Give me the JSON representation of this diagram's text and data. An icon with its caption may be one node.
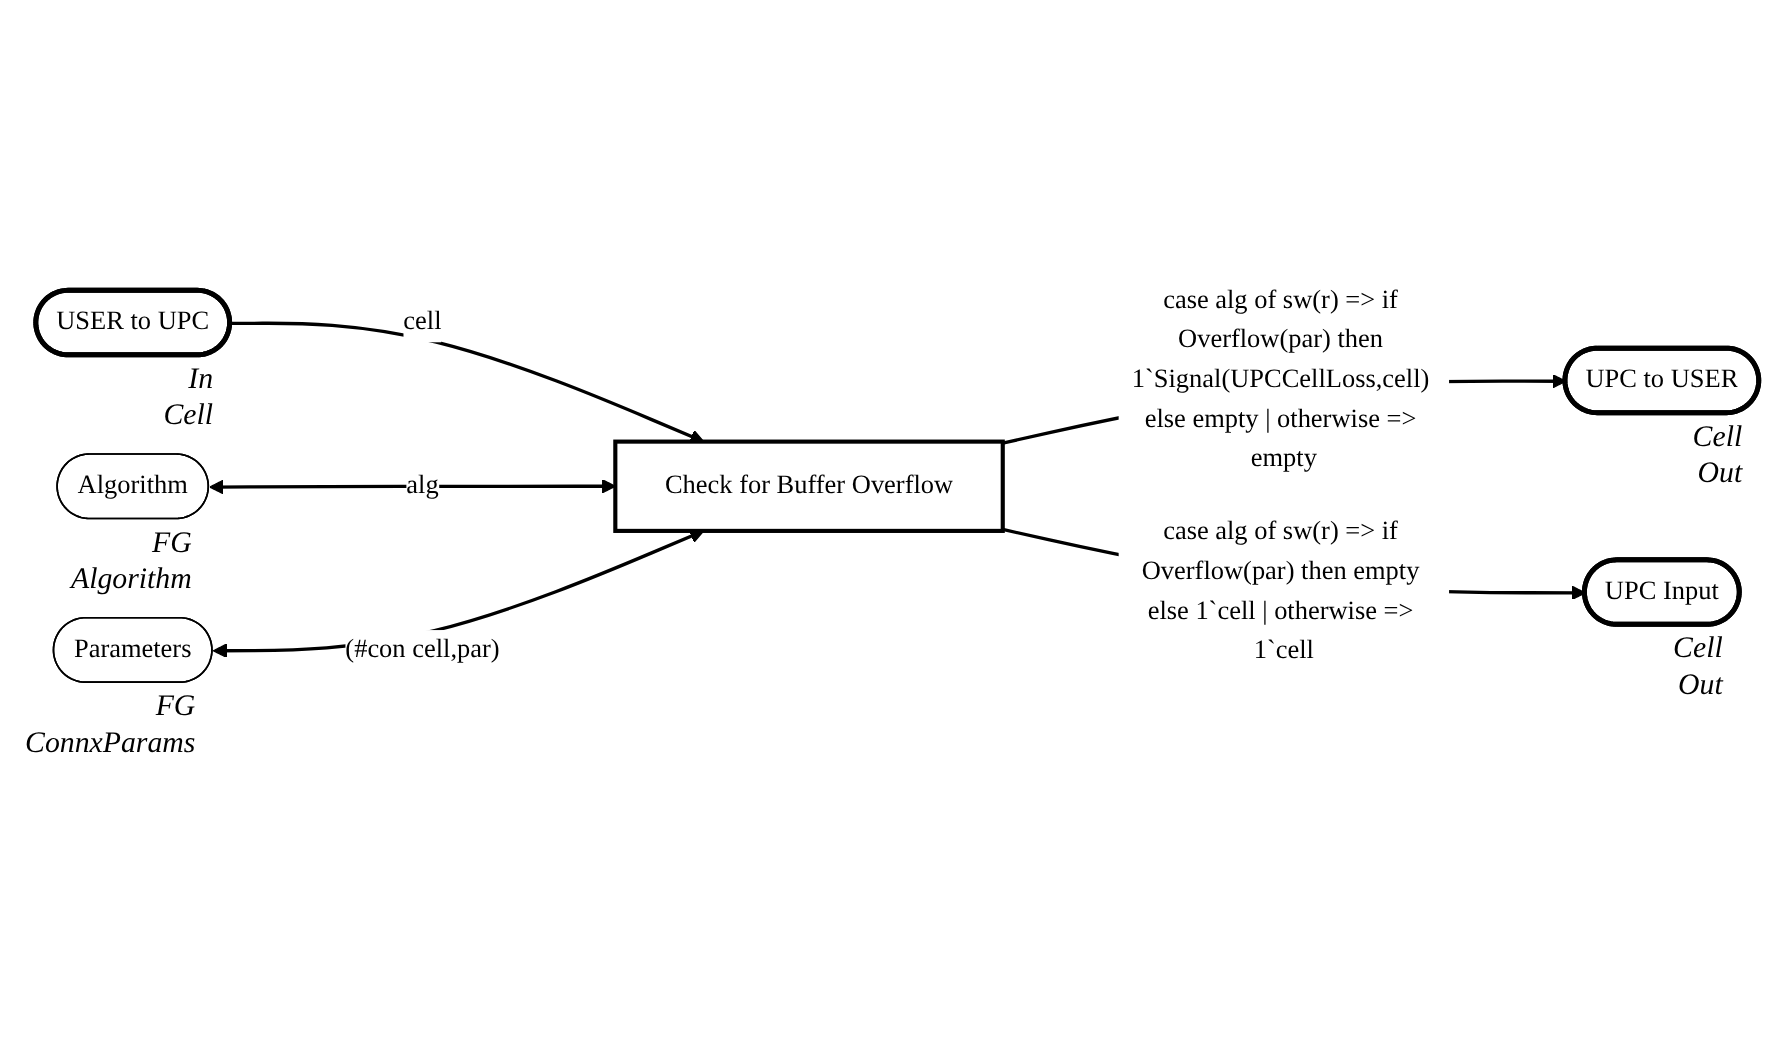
{
  "diagram": {
    "nodes": [
      {
        "text": [
          "USER to UPC"
        ],
        "beside": [
          "In",
          "Cell"
        ]
      },
      {
        "text": [
          "Algorithm"
        ],
        "beside": [
          "FG",
          "Algorithm"
        ]
      },
      {
        "text": [
          "Parameters"
        ],
        "beside": [
          "FG",
          "ConnxParams"
        ]
      },
      {
        "text": [
          "Check for Buffer Overflow"
        ]
      },
      {
        "text": [
          "UPC to USER"
        ],
        "beside": [
          "Cell",
          "Out"
        ]
      },
      {
        "text": [
          "UPC Input"
        ],
        "beside": [
          "Cell",
          "Out"
        ]
      }
    ],
    "edges": [
      {
        "from": 0,
        "to": 3,
        "arrow": "to",
        "label": "cell"
      },
      {
        "from": 1,
        "to": 3,
        "arrow": "both",
        "label": "alg"
      },
      {
        "from": 2,
        "to": 3,
        "arrow": "both",
        "label": "(#con cell,par)"
      },
      {
        "from": 3,
        "to": 4,
        "arrow": "to",
        "label": "case alg of sw(r) => if Overflow(par) then 1`Signal(UPCCellLoss,cell) else empty | otherwise => empty"
      },
      {
        "from": 3,
        "to": 5,
        "arrow": "to",
        "label": "case alg of sw(r) => if Overflow(par) then empty else 1`cell | otherwise => 1`cell"
      }
    ]
  }
}
